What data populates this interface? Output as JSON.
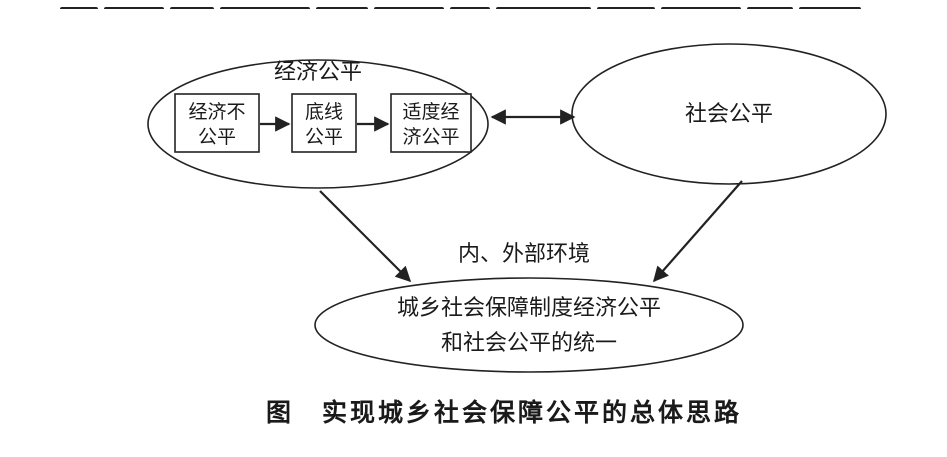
{
  "diagram": {
    "economic_fairness": {
      "title": "经济公平",
      "steps": [
        {
          "line1": "经济不",
          "line2": "公平"
        },
        {
          "line1": "底线",
          "line2": "公平"
        },
        {
          "line1": "适度经",
          "line2": "济公平"
        }
      ]
    },
    "social_fairness": "社会公平",
    "environment_label": "内、外部环境",
    "unification": {
      "line1": "城乡社会保障制度经济公平",
      "line2": "和社会公平的统一"
    }
  },
  "caption": "图　实现城乡社会保障公平的总体思路"
}
